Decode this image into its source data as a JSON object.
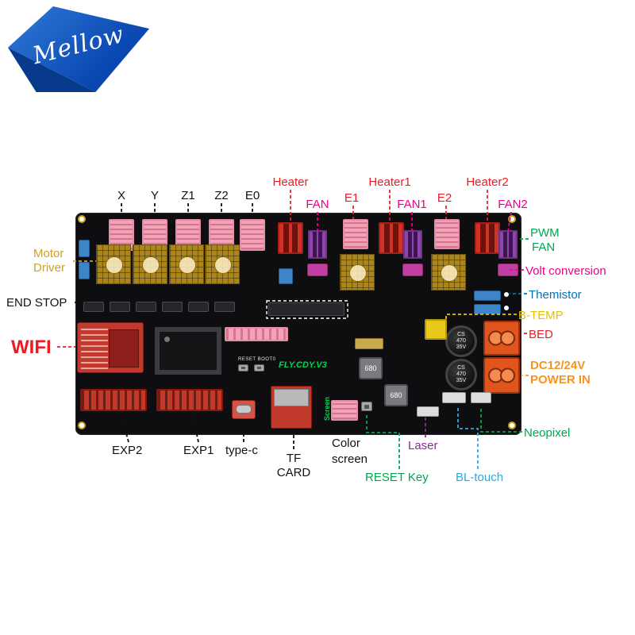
{
  "logo": {
    "brand": "Mellow"
  },
  "palette": {
    "label_red": "#ed1c24",
    "label_magenta": "#ec008c",
    "label_green": "#00a651",
    "label_blue": "#0072bc",
    "label_yellow": "#e8c000",
    "label_orange": "#f7941d",
    "label_cyan": "#29abe2",
    "label_purple": "#92278f",
    "label_black": "#111111",
    "label_gold": "#c9a227",
    "logo_blue": "#0a47b1",
    "board_black": "#0e0e10"
  },
  "labels": {
    "x": "X",
    "y": "Y",
    "z1": "Z1",
    "z2": "Z2",
    "e0": "E0",
    "heater": "Heater",
    "fan": "FAN",
    "e1": "E1",
    "heater1": "Heater1",
    "fan1": "FAN1",
    "e2": "E2",
    "heater2": "Heater2",
    "fan2": "FAN2",
    "pwm_line1": "PWM",
    "pwm_line2": "FAN",
    "volt_conversion": "Volt conversion",
    "themistor": "Themistor",
    "b_temp": "B-TEMP",
    "bed": "BED",
    "power_line1": "DC12/24V",
    "power_line2": "POWER IN",
    "neopixel": "Neopixel",
    "bl_touch": "BL-touch",
    "reset_key": "RESET Key",
    "laser": "Laser",
    "color_line1": "Color",
    "color_line2": "screen",
    "tf_line1": "TF",
    "tf_line2": "CARD",
    "type_c": "type-c",
    "exp1": "EXP1",
    "exp2": "EXP2",
    "wifi": "WIFI",
    "end_stop": "END STOP",
    "motor_line1": "Motor",
    "motor_line2": "Driver"
  },
  "board": {
    "silkscreen": {
      "model": "FLY.CDY.V3",
      "reset_boot": "RESET BOOT0",
      "screen": "Screen"
    },
    "parts": {
      "cap_l1": "CS",
      "cap_l2": "470",
      "cap_l3": "35V",
      "inductor": "680"
    }
  }
}
